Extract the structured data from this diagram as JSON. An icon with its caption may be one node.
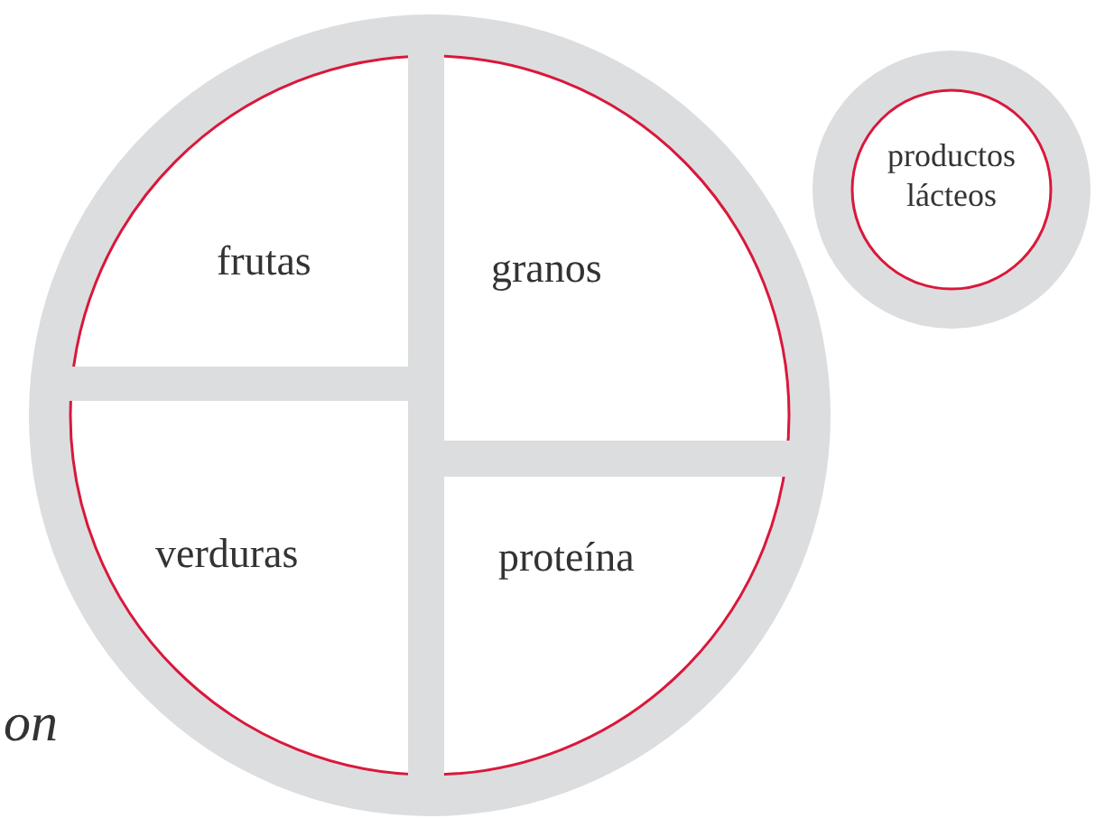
{
  "diagram": {
    "nodes": [
      {
        "text": [],
        "shape": "circle"
      },
      {
        "text": [
          "frutas"
        ],
        "in": 0
      },
      {
        "text": [
          "granos"
        ],
        "in": 0
      },
      {
        "text": [
          "verduras"
        ],
        "in": 0
      },
      {
        "text": [
          "proteína"
        ],
        "in": 0
      },
      {
        "text": [
          "productos lácteos"
        ]
      }
    ],
    "labels": [
      "on"
    ]
  }
}
